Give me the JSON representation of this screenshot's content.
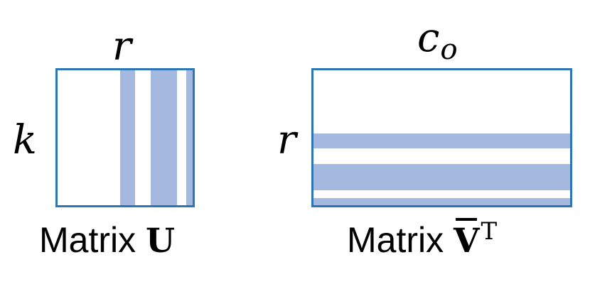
{
  "matrix_u": {
    "top_label": "r",
    "side_label": "k",
    "caption_prefix": "Matrix",
    "caption_symbol": "U"
  },
  "matrix_v": {
    "top_label_base": "c",
    "top_label_subscript": "o",
    "side_label": "r",
    "caption_prefix": "Matrix",
    "caption_symbol": "V",
    "caption_superscript": "T"
  },
  "colors": {
    "border": "#2e75b6",
    "band_fill": "#a5b8e0"
  }
}
